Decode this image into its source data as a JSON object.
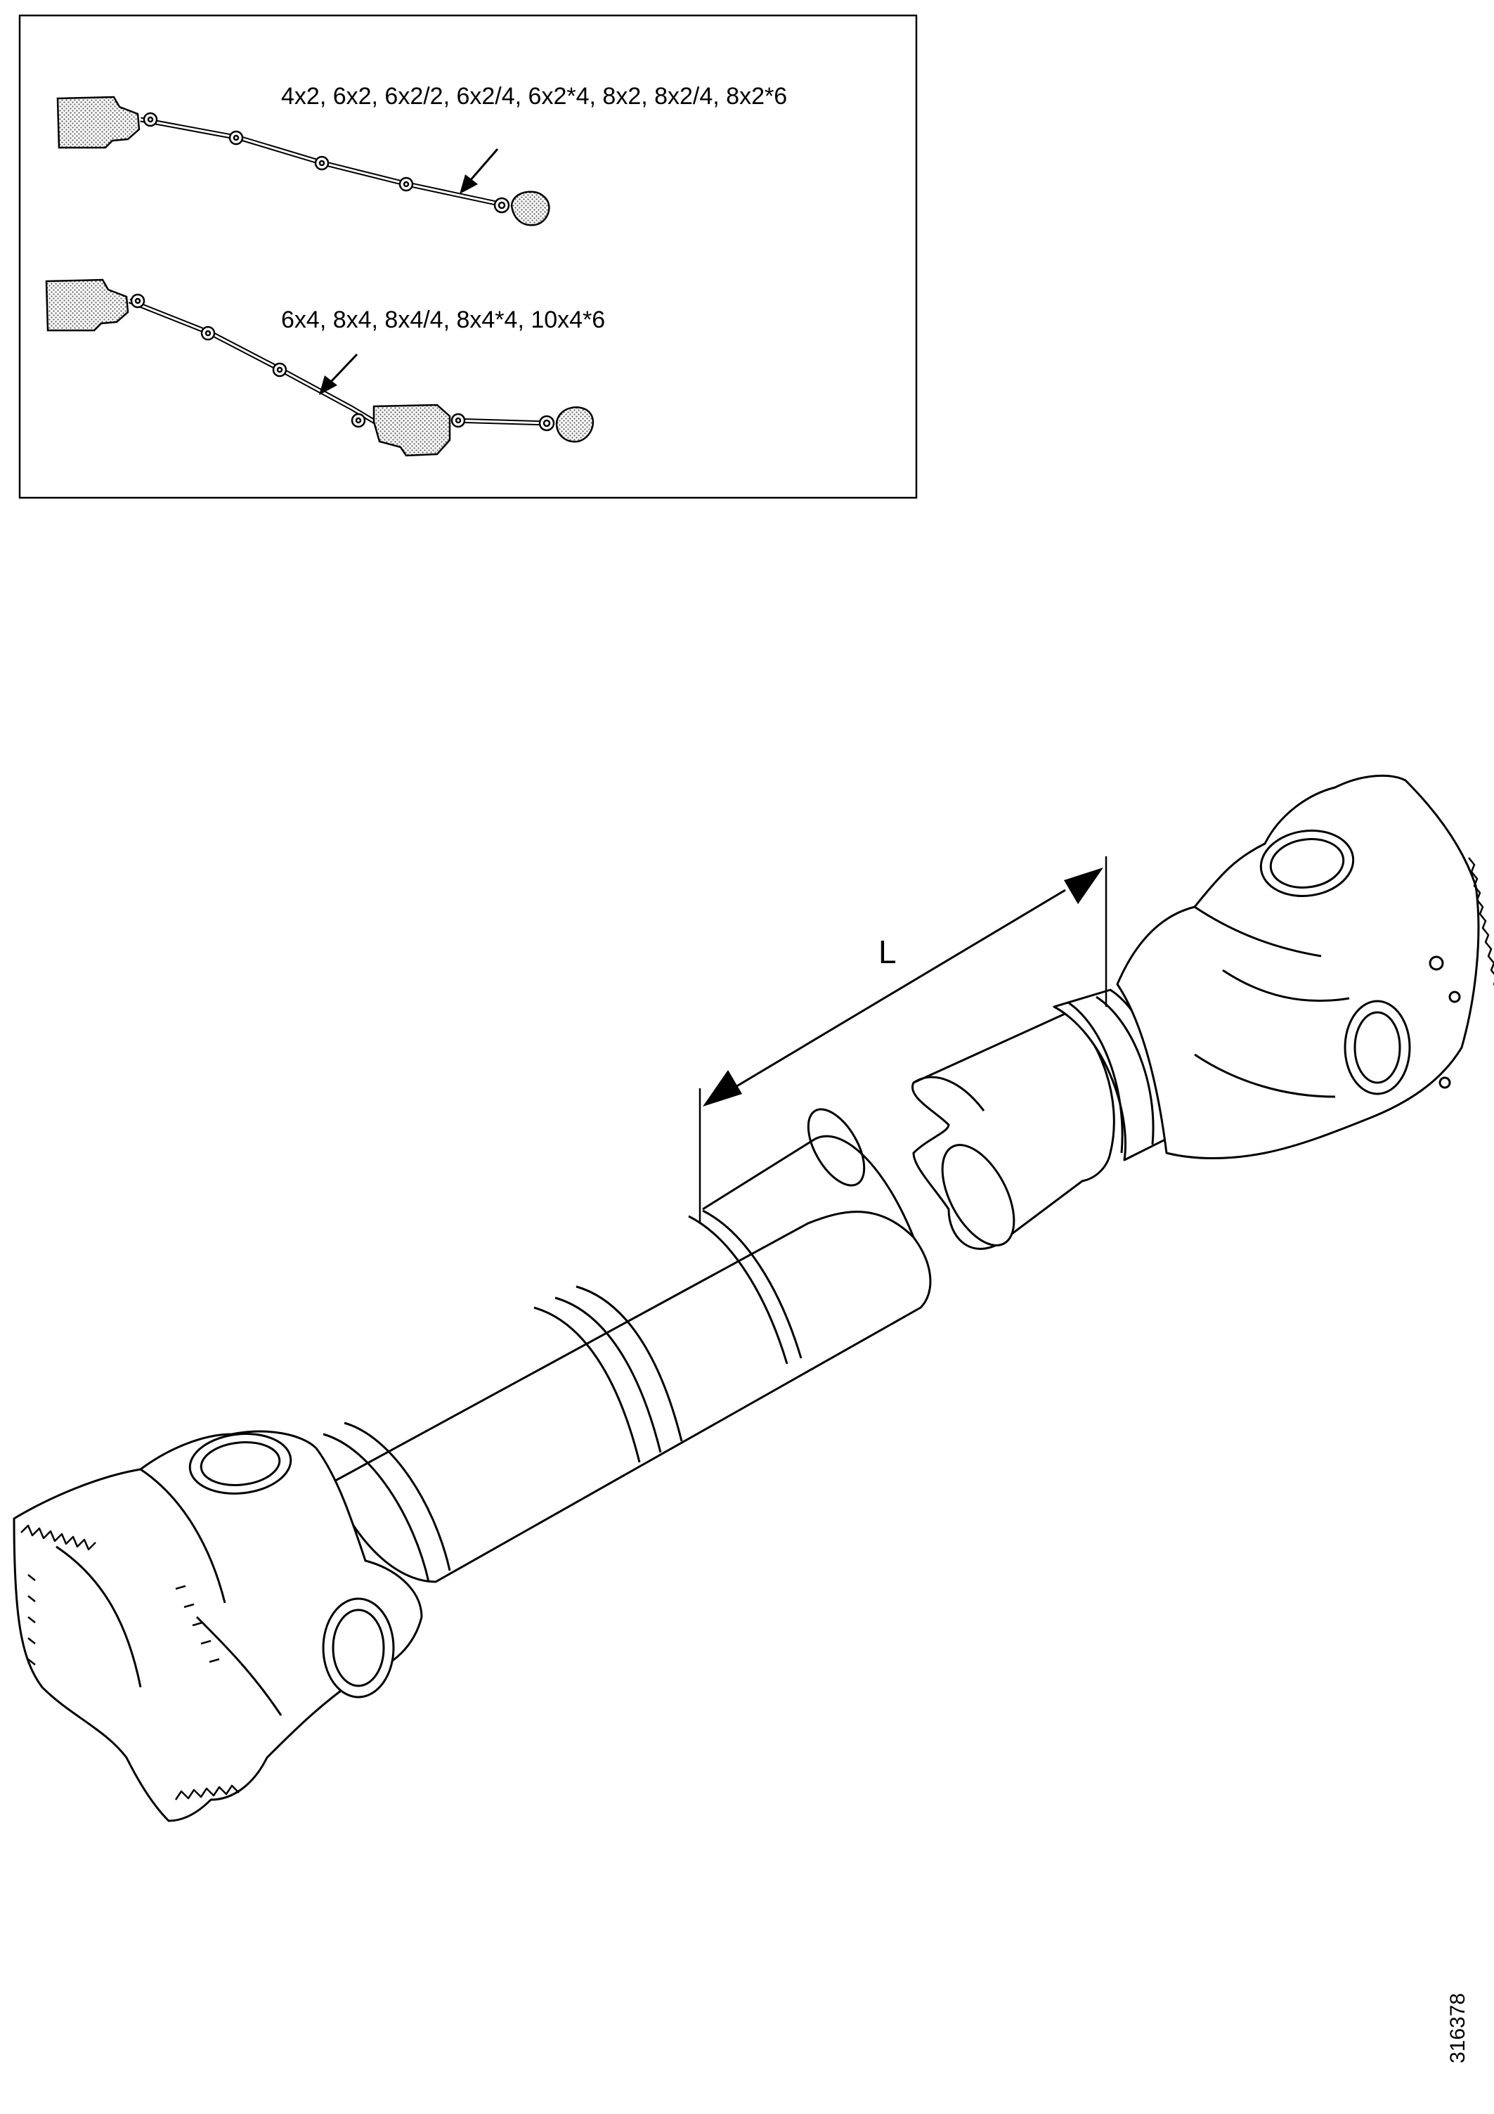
{
  "inset": {
    "config_a_label": "4x2, 6x2, 6x2/2, 6x2/4, 6x2*4, 8x2, 8x2/4, 8x2*6",
    "config_b_label": "6x4, 8x4, 8x4/4, 8x4*4, 10x4*6"
  },
  "main": {
    "length_label": "L"
  },
  "figure_number": "316378"
}
